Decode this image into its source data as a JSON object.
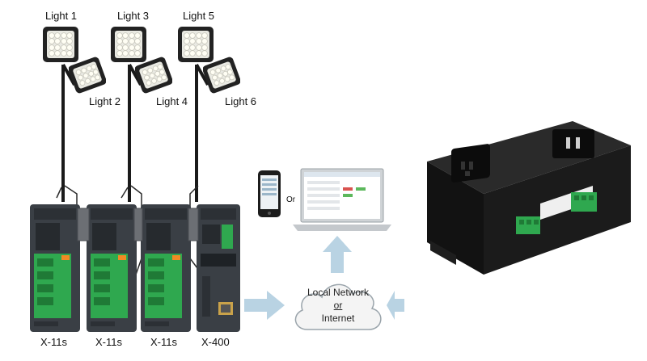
{
  "lights": [
    {
      "label": "Light 1"
    },
    {
      "label": "Light 2"
    },
    {
      "label": "Light 3"
    },
    {
      "label": "Light 4"
    },
    {
      "label": "Light 5"
    },
    {
      "label": "Light 6"
    }
  ],
  "modules": [
    {
      "label": "X-11s"
    },
    {
      "label": "X-11s"
    },
    {
      "label": "X-11s"
    },
    {
      "label": "X-400"
    }
  ],
  "cloud": {
    "line1": "Local Network",
    "line2": "or",
    "line3": "Internet"
  },
  "devices": {
    "or_label": "Or"
  },
  "colors": {
    "terminal_green": "#2fa84f",
    "arrow_blue": "#b9d3e3",
    "module_dark": "#3a3f45",
    "enclosure_black": "#1b1b1b"
  }
}
